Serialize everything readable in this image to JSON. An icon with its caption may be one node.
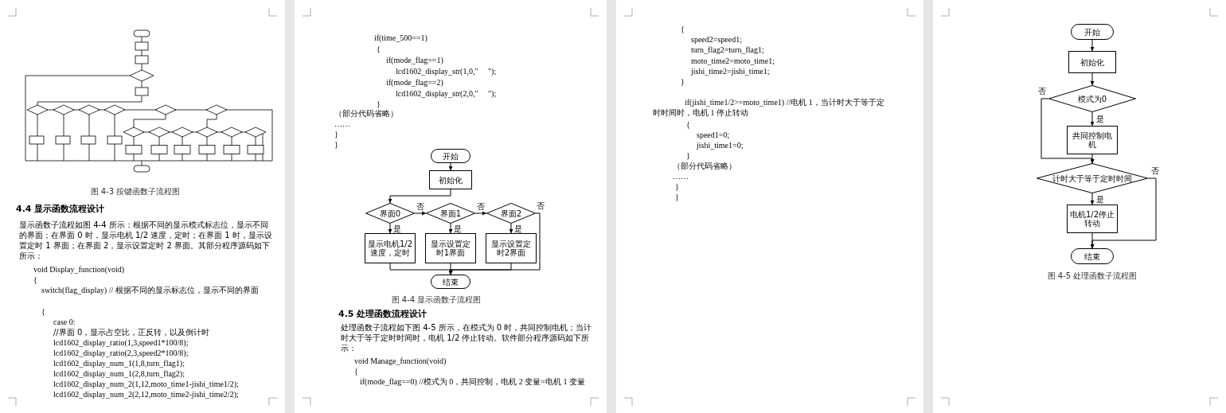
{
  "diagram": {
    "nodes": [
      {
        "text": [
          "开始"
        ]
      },
      {
        "text": [
          "初始化"
        ]
      },
      {
        "text": [
          "界面0"
        ]
      },
      {
        "text": [
          "界面1"
        ]
      },
      {
        "text": [
          "界面2"
        ]
      },
      {
        "text": [
          "显示电机1/2速度，定时"
        ]
      },
      {
        "text": [
          "显示设置定时1界面"
        ]
      },
      {
        "text": [
          "显示设置定时2界面"
        ]
      },
      {
        "text": [
          "结束"
        ]
      },
      {
        "text": [
          "开始"
        ]
      },
      {
        "text": [
          "初始化"
        ]
      },
      {
        "text": [
          "模式为0"
        ]
      },
      {
        "text": [
          "共同控制电机"
        ]
      },
      {
        "text": [
          "计时大于等于定时时间"
        ]
      },
      {
        "text": [
          "电机1/2停止转动"
        ]
      },
      {
        "text": [
          "结束"
        ]
      },
      {
        "text": [],
        "shape": "picture"
      }
    ],
    "edges": [
      {
        "from": 0,
        "to": 1,
        "arrow": "to"
      },
      {
        "from": 1,
        "to": 2,
        "arrow": "to"
      },
      {
        "from": 2,
        "to": 3,
        "arrow": "to",
        "label": "否"
      },
      {
        "from": 3,
        "to": 4,
        "arrow": "to",
        "label": "否"
      },
      {
        "from": 4,
        "to": 8,
        "arrow": "to",
        "label": "否"
      },
      {
        "from": 2,
        "to": 5,
        "arrow": "to",
        "label": "是"
      },
      {
        "from": 3,
        "to": 6,
        "arrow": "to",
        "label": "是"
      },
      {
        "from": 4,
        "to": 7,
        "arrow": "to",
        "label": "是"
      },
      {
        "from": 5,
        "to": 8,
        "arrow": "to"
      },
      {
        "from": 6,
        "to": 8,
        "arrow": "to"
      },
      {
        "from": 7,
        "to": 8,
        "arrow": "to"
      },
      {
        "from": 9,
        "to": 10,
        "arrow": "to"
      },
      {
        "from": 10,
        "to": 11,
        "arrow": "to"
      },
      {
        "from": 11,
        "to": 12,
        "arrow": "to",
        "label": "是"
      },
      {
        "from": 11,
        "to": 13,
        "arrow": "to",
        "label": "否"
      },
      {
        "from": 12,
        "to": 13,
        "arrow": "to"
      },
      {
        "from": 13,
        "to": 14,
        "arrow": "to",
        "label": "是"
      },
      {
        "from": 13,
        "to": 15,
        "arrow": "to",
        "label": "否"
      },
      {
        "from": 14,
        "to": 15,
        "arrow": "to"
      }
    ],
    "labels": [
      "图 4-3 按键函数子流程图",
      "4.4 显示函数流程设计",
      "显示函数子流程如图 4-4 所示：根据不同的显示模式标志位，显示不同的界面；在界面 0 时，显示电机 1/2 速度，定时；在界面 1 时，显示设置定时 1 界面；在界面 2，显示设置定时 2 界面。其部分程序源码如下所示：",
      "void Display_function(void)",
      "{",
      "switch(flag_display) // 根据不同的显示标志位，显示不同的界面",
      "{",
      "case 0:",
      "//界面 0，显示占空比，正反转，以及倒计时",
      "lcd1602_display_ratio(1,3,speed1*100/8);",
      "lcd1602_display_ratio(2,3,speed2*100/8);",
      "lcd1602_display_num_1(1,8,turn_flag1);",
      "lcd1602_display_num_1(2,8,turn_flag2);",
      "lcd1602_display_num_2(1,12,moto_time1-jishi_time1/2);",
      "lcd1602_display_num_2(2,12,moto_time2-jishi_time2/2);",
      "if(time_500==1)",
      "{",
      "if(mode_flag==1)",
      "lcd1602_display_str(1,0,\"     \");",
      "if(mode_flag==2)",
      "lcd1602_display_str(2,0,\"     \");",
      "}",
      "（部分代码省略）",
      "……",
      "}",
      "}",
      "图 4-4 显示函数子流程图",
      "4.5 处理函数流程设计",
      "处理函数子流程如下图 4-5 所示，在模式为 0 时，共同控制电机；当计时大于等于定时时间时，电机 1/2 停止转动。软件部分程序源码如下所示：",
      "void Manage_function(void)",
      "{",
      "if(mode_flag==0) //模式为 0，共同控制，电机 2 变量=电机 1 变量",
      "{",
      "speed2=speed1;",
      "turn_flag2=turn_flag1;",
      "moto_time2=moto_time1;",
      "jishi_time2=jishi_time1;",
      "}",
      "if(jishi_time1/2>=moto_time1) //电机 1，当计时大于等于定时时间时，电机 1 停止转动",
      "{",
      "speed1=0;",
      "jishi_time1=0;",
      "}",
      "（部分代码省略）",
      "……",
      "}",
      "}",
      "图 4-5 处理函数子流程图"
    ]
  }
}
